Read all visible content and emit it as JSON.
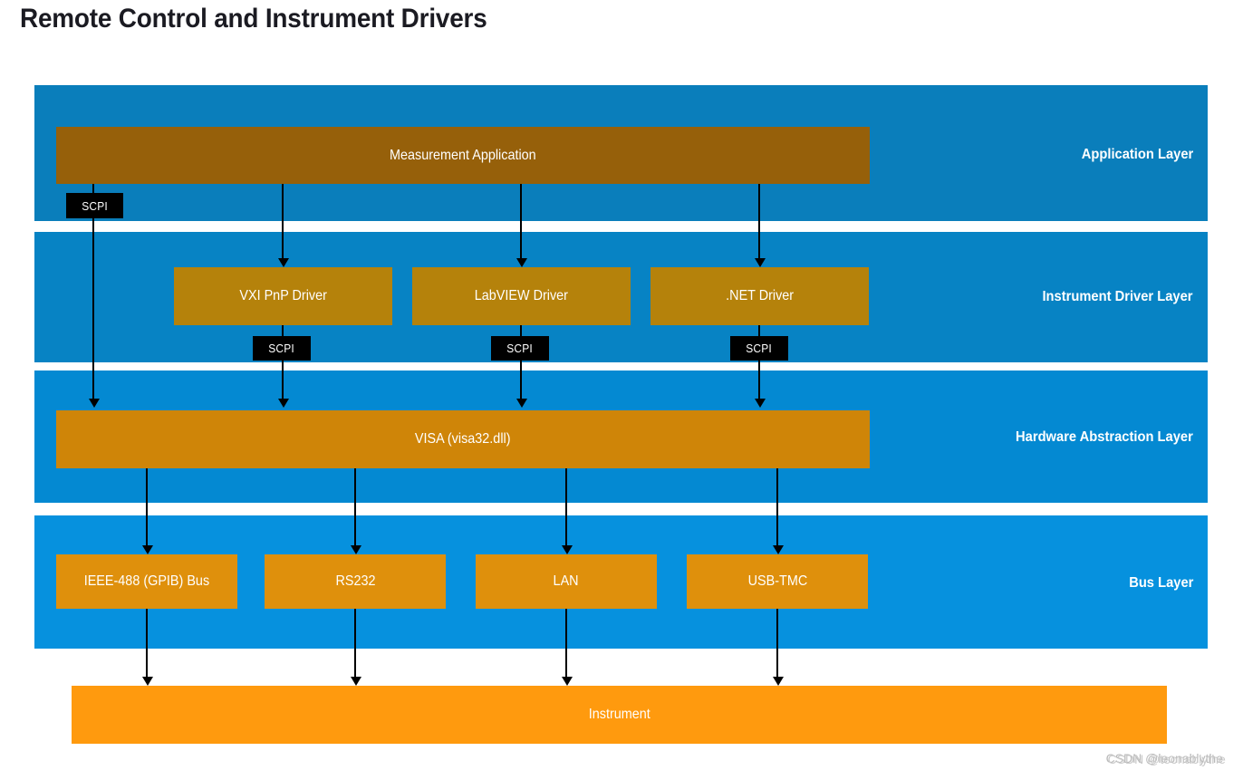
{
  "page": {
    "title": "Remote Control and Instrument Drivers",
    "watermark": "CSDN @leonablythe",
    "watermark_overlap": "CSDN @teonablythe"
  },
  "colors": {
    "band_application": "#0a7ebb",
    "band_driver": "#0783c4",
    "band_hal": "#0489d2",
    "band_bus": "#0691de",
    "box_measurement": "#96600a",
    "box_driver": "#b5820b",
    "box_visa": "#cf8508",
    "box_bus": "#df900c",
    "box_instrument": "#ff9a0e",
    "tag_scpi_bg": "#000000",
    "arrow": "#000000",
    "text_on_fill": "#ffffff",
    "title_text": "#1b1b22"
  },
  "layers": [
    {
      "id": "application",
      "label": "Application Layer"
    },
    {
      "id": "instrument_driver",
      "label": "Instrument Driver Layer"
    },
    {
      "id": "hardware_abstraction",
      "label": "Hardware Abstraction Layer"
    },
    {
      "id": "bus",
      "label": "Bus Layer"
    }
  ],
  "blocks": {
    "measurement_application": "Measurement Application",
    "visa": "VISA (visa32.dll)",
    "instrument": "Instrument"
  },
  "drivers": [
    {
      "id": "vxi_pnp",
      "label": "VXI PnP Driver"
    },
    {
      "id": "labview",
      "label": "LabVIEW Driver"
    },
    {
      "id": "dotnet",
      "label": ".NET Driver"
    }
  ],
  "buses": [
    {
      "id": "gpib",
      "label": "IEEE-488 (GPIB) Bus"
    },
    {
      "id": "rs232",
      "label": "RS232"
    },
    {
      "id": "lan",
      "label": "LAN"
    },
    {
      "id": "usb",
      "label": "USB-TMC"
    }
  ],
  "protocol_tags": [
    {
      "id": "scpi_direct",
      "label": "SCPI"
    },
    {
      "id": "scpi_vxi",
      "label": "SCPI"
    },
    {
      "id": "scpi_labview",
      "label": "SCPI"
    },
    {
      "id": "scpi_dotnet",
      "label": "SCPI"
    }
  ],
  "chart_data": {
    "type": "diagram",
    "title": "Remote Control and Instrument Drivers",
    "layers": [
      {
        "name": "Application Layer",
        "nodes": [
          "Measurement Application"
        ]
      },
      {
        "name": "Instrument Driver Layer",
        "nodes": [
          "VXI PnP Driver",
          "LabVIEW Driver",
          ".NET Driver"
        ]
      },
      {
        "name": "Hardware Abstraction Layer",
        "nodes": [
          "VISA (visa32.dll)"
        ]
      },
      {
        "name": "Bus Layer",
        "nodes": [
          "IEEE-488 (GPIB) Bus",
          "RS232",
          "LAN",
          "USB-TMC"
        ]
      },
      {
        "name": "",
        "nodes": [
          "Instrument"
        ]
      }
    ],
    "edges": [
      {
        "from": "Measurement Application",
        "to": "VISA (visa32.dll)",
        "label": "SCPI"
      },
      {
        "from": "Measurement Application",
        "to": "VXI PnP Driver",
        "label": ""
      },
      {
        "from": "Measurement Application",
        "to": "LabVIEW Driver",
        "label": ""
      },
      {
        "from": "Measurement Application",
        "to": ".NET Driver",
        "label": ""
      },
      {
        "from": "VXI PnP Driver",
        "to": "VISA (visa32.dll)",
        "label": "SCPI"
      },
      {
        "from": "LabVIEW Driver",
        "to": "VISA (visa32.dll)",
        "label": "SCPI"
      },
      {
        "from": ".NET Driver",
        "to": "VISA (visa32.dll)",
        "label": "SCPI"
      },
      {
        "from": "VISA (visa32.dll)",
        "to": "IEEE-488 (GPIB) Bus",
        "label": ""
      },
      {
        "from": "VISA (visa32.dll)",
        "to": "RS232",
        "label": ""
      },
      {
        "from": "VISA (visa32.dll)",
        "to": "LAN",
        "label": ""
      },
      {
        "from": "VISA (visa32.dll)",
        "to": "USB-TMC",
        "label": ""
      },
      {
        "from": "IEEE-488 (GPIB) Bus",
        "to": "Instrument",
        "label": ""
      },
      {
        "from": "RS232",
        "to": "Instrument",
        "label": ""
      },
      {
        "from": "LAN",
        "to": "Instrument",
        "label": ""
      },
      {
        "from": "USB-TMC",
        "to": "Instrument",
        "label": ""
      }
    ]
  }
}
